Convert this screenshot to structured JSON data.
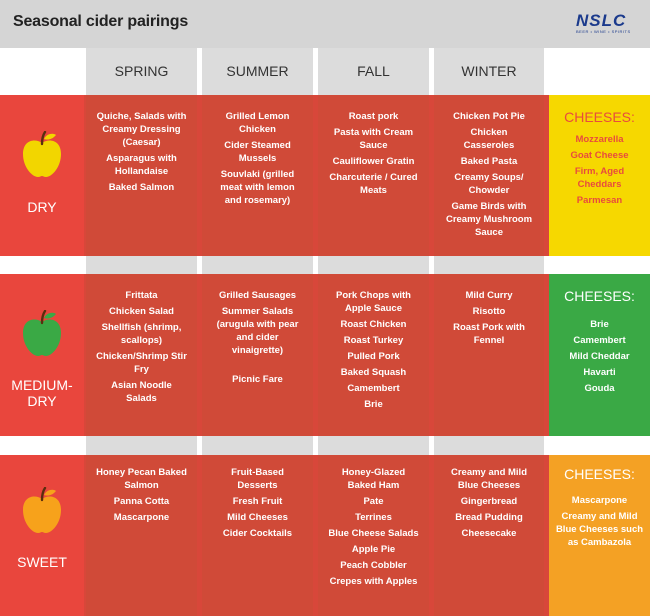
{
  "title": "Seasonal cider pairings",
  "logo": {
    "main": "NSLC",
    "sub": "BEER • WINE • SPIRITS"
  },
  "seasons": [
    "SPRING",
    "SUMMER",
    "FALL",
    "WINTER"
  ],
  "colors": {
    "dry_band": "#d8473a",
    "medium_band": "#d8473a",
    "sweet_band": "#d8473a",
    "dry_cells": "#d04a38",
    "dry_cat": "#e9463d",
    "medium_cat": "#e9463d",
    "sweet_cat": "#e9463d",
    "cheese_dry_bg": "#f6d800",
    "cheese_dry_text": "#e84c3d",
    "cheese_medium_bg": "#3aa945",
    "cheese_sweet_bg": "#f4a124",
    "apple_yellow": "#f2d600",
    "apple_green": "#3aa945",
    "apple_orange": "#f7a21b"
  },
  "rows": [
    {
      "label": "DRY",
      "icon": "apple-icon",
      "cells": [
        [
          "Quiche, Salads with Creamy Dressing (Caesar)",
          "Asparagus with Hollandaise",
          "Baked Salmon"
        ],
        [
          "Grilled Lemon Chicken",
          "Cider Steamed Mussels",
          "Souvlaki (grilled meat with lemon and rosemary)"
        ],
        [
          "Roast pork",
          "Pasta with Cream Sauce",
          "Cauliflower Gratin",
          "Charcuterie / Cured Meats"
        ],
        [
          "Chicken Pot Pie",
          "Chicken Casseroles",
          "Baked Pasta",
          "Creamy Soups/ Chowder",
          "Game Birds with Creamy Mushroom Sauce"
        ]
      ],
      "cheese_title": "CHEESES:",
      "cheeses": [
        "Mozzarella",
        "Goat Cheese",
        "Firm, Aged Cheddars",
        "Parmesan"
      ]
    },
    {
      "label": "MEDIUM-\nDRY",
      "icon": "apple-icon",
      "cells": [
        [
          "Frittata",
          "Chicken Salad",
          "Shellfish (shrimp, scallops)",
          "Chicken/Shrimp Stir Fry",
          "Asian Noodle Salads"
        ],
        [
          "Grilled Sausages",
          "Summer Salads (arugula with pear and cider vinaigrette)",
          "Picnic Fare"
        ],
        [
          "Pork Chops with Apple Sauce",
          "Roast Chicken",
          "Roast Turkey",
          "Pulled Pork",
          "Baked Squash",
          "Camembert",
          "Brie"
        ],
        [
          "Mild Curry",
          "Risotto",
          "Roast Pork with Fennel"
        ]
      ],
      "cheese_title": "CHEESES:",
      "cheeses": [
        "Brie",
        "Camembert",
        "Mild Cheddar",
        "Havarti",
        "Gouda"
      ]
    },
    {
      "label": "SWEET",
      "icon": "apple-icon",
      "cells": [
        [
          "Honey Pecan Baked Salmon",
          "Panna Cotta",
          "Mascarpone"
        ],
        [
          "Fruit-Based Desserts",
          "Fresh Fruit",
          "Mild Cheeses",
          "Cider Cocktails"
        ],
        [
          "Honey-Glazed Baked Ham",
          "Pate",
          "Terrines",
          "Blue Cheese Salads",
          "Apple Pie",
          "Peach Cobbler",
          "Crepes with Apples"
        ],
        [
          "Creamy and Mild Blue Cheeses",
          "Gingerbread",
          "Bread Pudding",
          "Cheesecake"
        ]
      ],
      "cheese_title": "CHEESES:",
      "cheeses": [
        "Mascarpone",
        "Creamy and Mild Blue Cheeses such as Cambazola"
      ]
    }
  ]
}
